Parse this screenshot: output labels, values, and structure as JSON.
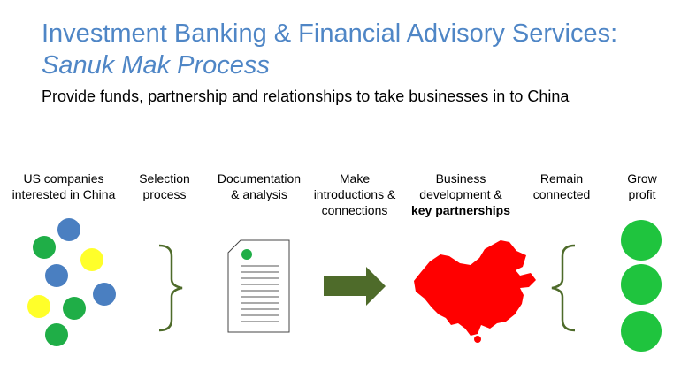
{
  "header": {
    "title_line1": "Investment Banking & Financial Advisory Services:",
    "title_line2": "Sanuk Mak Process",
    "subtitle": "Provide funds, partnership and relationships to take businesses in to China"
  },
  "steps": [
    {
      "line1": "US companies",
      "line2": "interested in China"
    },
    {
      "line1": "Selection",
      "line2": "process"
    },
    {
      "line1": "Documentation",
      "line2": "& analysis"
    },
    {
      "line1": "Make",
      "line2": "introductions &",
      "line3": "connections"
    },
    {
      "line1": "Business",
      "line2": "development &",
      "line3_bold": "key partnerships"
    },
    {
      "line1": "Remain",
      "line2": "connected"
    },
    {
      "line1": "Grow",
      "line2": "profit"
    }
  ],
  "colors": {
    "title": "#4f86c6",
    "circle_blue": "#4a7fc1",
    "circle_green": "#1fae47",
    "circle_yellow": "#ffff2a",
    "arrow": "#4e6b2a",
    "bracket": "#4e6b2a",
    "china": "#ff0000",
    "grow": "#1fc43e"
  },
  "icons": {
    "companies": "colored-dots-cluster",
    "selection": "right-bracket-icon",
    "documentation": "document-icon",
    "introductions": "arrow-right-icon",
    "china": "china-map-icon",
    "remain_connected": "left-bracket-icon",
    "growth": "green-circles-icon"
  }
}
